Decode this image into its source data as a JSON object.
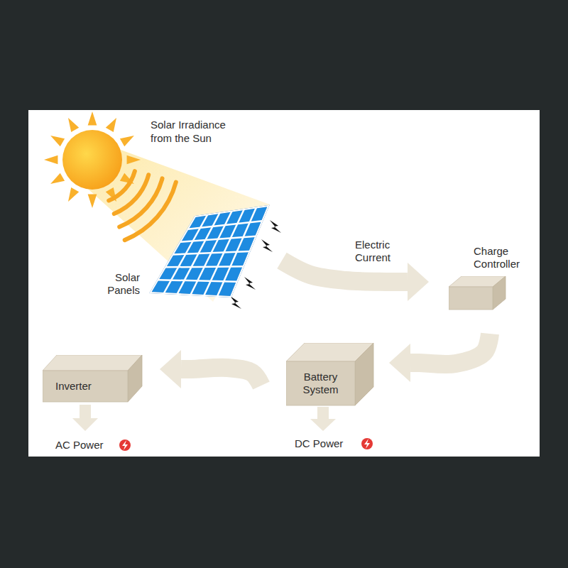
{
  "diagram": {
    "nodes": [
      {
        "text": [
          "Solar Panels"
        ]
      },
      {
        "text": [
          "Charge Controller"
        ]
      },
      {
        "text": [
          "Battery System"
        ]
      },
      {
        "text": [
          "Inverter"
        ]
      }
    ],
    "edges": [
      {
        "from": 0,
        "to": 1,
        "arrow": "to",
        "label": "Electric Current"
      },
      {
        "from": 1,
        "to": 2,
        "arrow": "to"
      },
      {
        "from": 2,
        "to": 3,
        "arrow": "to"
      }
    ],
    "labels": [
      "Solar Irradiance from the Sun",
      "AC Power",
      "DC Power"
    ]
  }
}
